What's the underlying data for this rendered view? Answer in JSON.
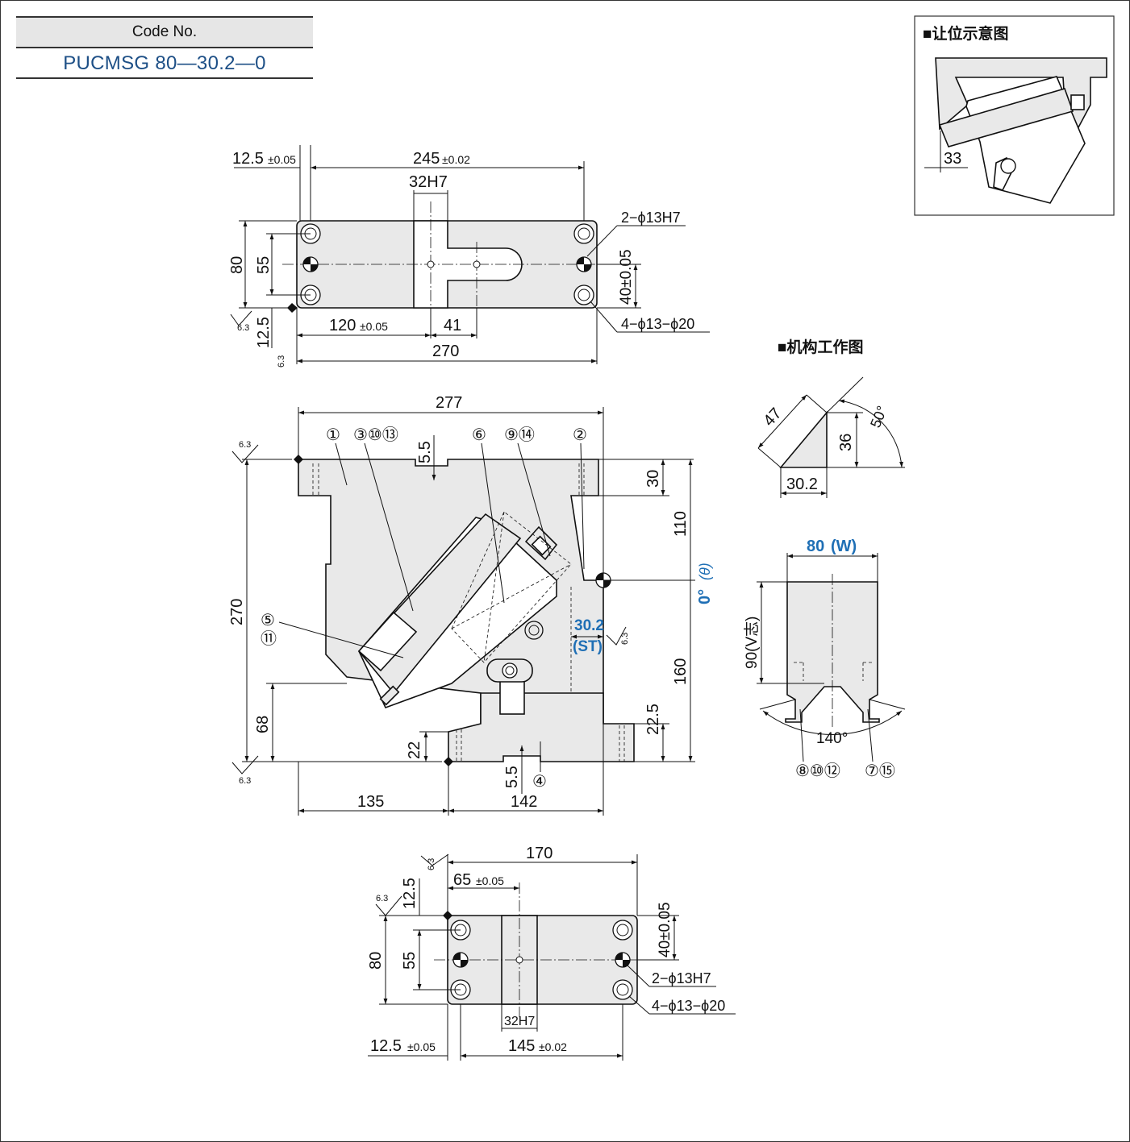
{
  "code": {
    "header": "Code No.",
    "value": "PUCMSG 80—30.2—0"
  },
  "insets": {
    "clearance_title": "■让位示意图",
    "clearance_dim": "33",
    "mechanism_title": "■机构工作图"
  },
  "top_view": {
    "d1": "12.5",
    "d1_tol": "±0.05",
    "d2": "245",
    "d2_tol": "±0.02",
    "slot": "32H7",
    "hole1": "2−ϕ13H7",
    "width": "80",
    "pitch": "55",
    "edge": "12.5",
    "off": "40±0.05",
    "hole2": "4−ϕ13−ϕ20",
    "x120": "120",
    "x120_tol": "±0.05",
    "x41": "41",
    "length": "270"
  },
  "front_view": {
    "width": "277",
    "height": "270",
    "balloons": [
      "①",
      "③⑩⑬",
      "⑥",
      "⑨⑭",
      "②",
      "⑤",
      "⑪",
      "④"
    ],
    "d55": "5.5",
    "d30": "30",
    "d110": "110",
    "angle": "0°",
    "theta": "(θ)",
    "stroke": "30.2",
    "stroke_lbl": "(ST)",
    "d160": "160",
    "d68": "68",
    "d22": "22",
    "d225": "22.5",
    "d135": "135",
    "d142": "142",
    "rough": "6.3"
  },
  "bottom_view": {
    "length": "170",
    "x65": "65",
    "x65_tol": "±0.05",
    "edge": "12.5",
    "width": "80",
    "pitch": "55",
    "off": "40±0.05",
    "hole1": "2−ϕ13H7",
    "hole2": "4−ϕ13−ϕ20",
    "slot": "32H7",
    "d12": "12.5",
    "d12_tol": "±0.05",
    "d145": "145",
    "d145_tol": "±0.02"
  },
  "mechanism": {
    "d47": "47",
    "d36": "36",
    "angle": "50°",
    "d302": "30.2",
    "w": "80",
    "w_lbl": "(W)",
    "v": "90(V志)",
    "a140": "140°",
    "b_left": "⑧⑩⑫",
    "b_right": "⑦⑮"
  }
}
